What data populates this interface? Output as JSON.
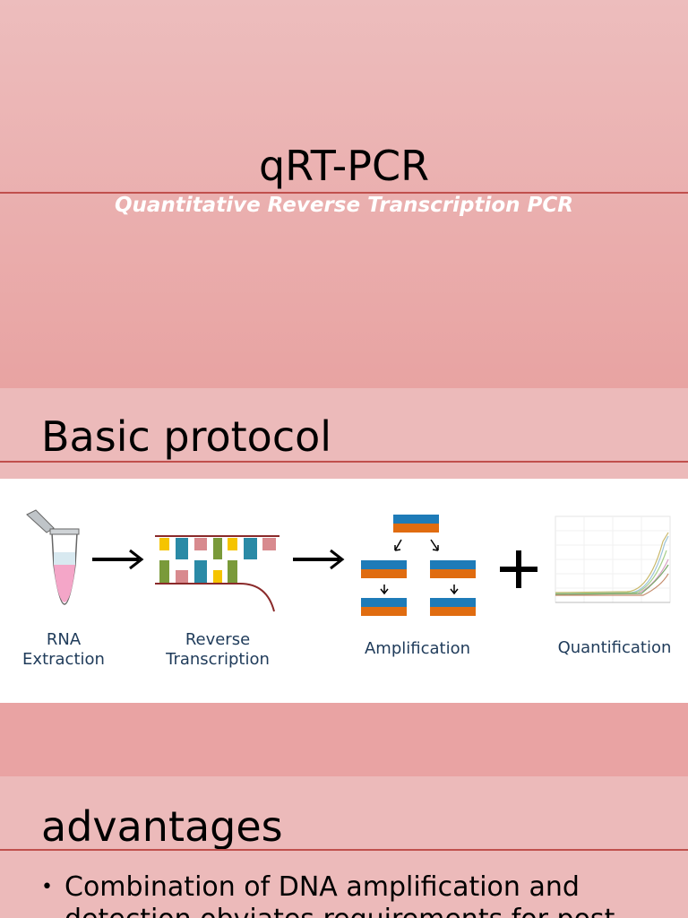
{
  "slide1": {
    "title": "qRT-PCR",
    "subtitle": "Quantitative Reverse Transcription PCR"
  },
  "slide2": {
    "heading": "Basic protocol",
    "steps": [
      {
        "label_line1": "RNA",
        "label_line2": "Extraction"
      },
      {
        "label_line1": "Reverse",
        "label_line2": "Transcription"
      },
      {
        "label": "Amplification"
      },
      {
        "label": "Quantification"
      }
    ],
    "colors": {
      "blue": "#1e7bb8",
      "orange": "#e06c10",
      "yellow": "#f5c400",
      "teal": "#2a8aa6",
      "pink": "#d88a8e",
      "olive": "#7a9a3a"
    }
  },
  "slide3": {
    "heading": "advantages",
    "bullets": [
      "Combination of DNA amplification and detection obviates requirements for post-"
    ]
  }
}
